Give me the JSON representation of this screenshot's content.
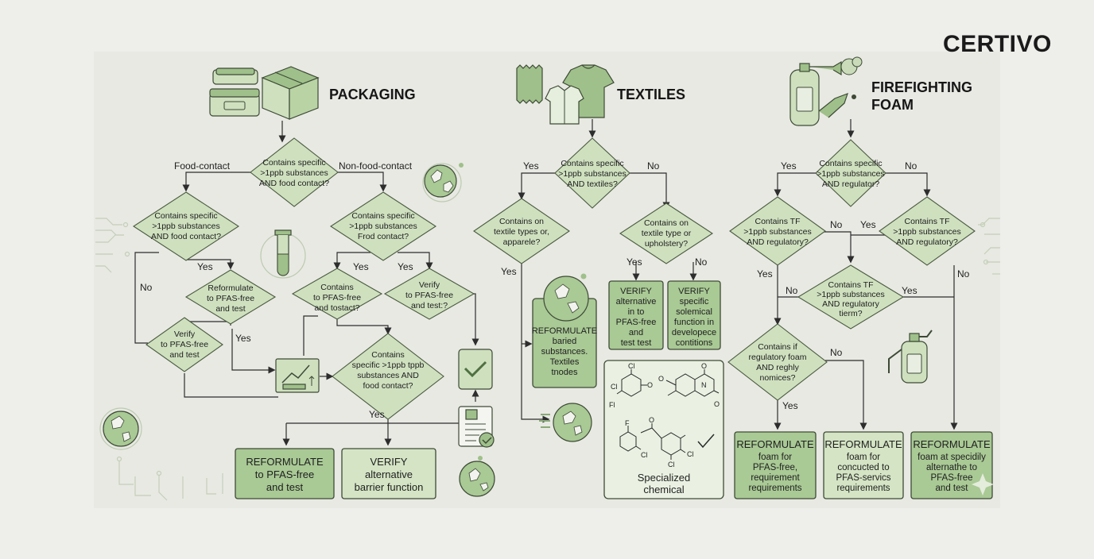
{
  "brand": {
    "logo": "CERTIVO"
  },
  "sections": {
    "packaging": {
      "title": "PACKAGING",
      "d1": [
        "Contains specific",
        ">1ppb substances",
        "AND food contact?"
      ],
      "d2": [
        "Contains specific",
        ">1ppb substances",
        "AND food contact?"
      ],
      "d3": [
        "Contains specific",
        ">1ppb substances",
        "Frod contact?"
      ],
      "d4": [
        "Reformulate",
        "to PFAS-free",
        "and test"
      ],
      "d5": [
        "Verify",
        "to PFAS-free",
        "and test"
      ],
      "d6": [
        "Contains",
        "to PFAS-free",
        "and tostact?"
      ],
      "d7": [
        "Verify",
        "to PFAS-free",
        "and test:?"
      ],
      "d8": [
        "Contains",
        "specific >1ppb tppb",
        "substances AND",
        "food contact?"
      ],
      "labels": {
        "food_contact": "Food-contact",
        "non_food_contact": "Non-food-contact",
        "yes1": "Yes",
        "no1": "No",
        "yes2": "Yes",
        "yes3": "Yes",
        "yes4": "Yes",
        "yes5": "Yes"
      },
      "box1": [
        "REFORMULATE",
        "to PFAS-free",
        "and test"
      ],
      "box2": [
        "VERIFY",
        "alternative",
        "barrier function"
      ]
    },
    "textiles": {
      "title": "TEXTILES",
      "d1": [
        "Contains specific",
        ">1ppb substances",
        "AND textiles?"
      ],
      "d2": [
        "Contains on",
        "textile types or,",
        "apparele?"
      ],
      "d3": [
        "Contains on",
        "textile type or",
        "upholstery?"
      ],
      "labels": {
        "yes1": "Yes",
        "no1": "No",
        "yes2": "Yes",
        "yes3": "Yes",
        "no3": "No"
      },
      "box1": [
        "REFORMULATE",
        "baried",
        "substances.",
        "Textiles",
        "tnodes"
      ],
      "box2": [
        "VERIFY",
        "alternative",
        "in to",
        "PFAS-free",
        "and",
        "test test"
      ],
      "box3": [
        "VERIFY",
        "specific",
        "solemical",
        "function in",
        "developece",
        "contitions"
      ],
      "chem_caption": [
        "Specialized",
        "chemical"
      ],
      "chem_atoms": [
        "Cl",
        "Cl",
        "Fl",
        "O",
        "O",
        "N",
        "O",
        "O",
        "F",
        "Cl",
        "O",
        "Cl",
        "Cl"
      ]
    },
    "foam": {
      "title": [
        "FIREFIGHTING",
        "FOAM"
      ],
      "d1": [
        "Contains specific",
        ">1ppb substances",
        "AND regulator?"
      ],
      "d2": [
        "Contains TF",
        ">1ppb substances",
        "AND regulatory?"
      ],
      "d3": [
        "Contains TF",
        ">1ppb substances",
        "AND regulatory?"
      ],
      "d4": [
        "Contains TF",
        ">1ppb substances",
        "AND regulatory",
        "tierm?"
      ],
      "d5": [
        "Contains if",
        "regulatory foam",
        "AND reghly",
        "nomices?"
      ],
      "labels": {
        "yes1": "Yes",
        "no1": "No",
        "no2": "No",
        "yes2": "Yes",
        "yes3": "Yes",
        "no3": "No",
        "yes4": "Yes",
        "no4": "No",
        "no5": "No",
        "yes5": "Yes"
      },
      "box1": [
        "REFORMULATE",
        "foam for",
        "PFAS-free,",
        "requirement",
        "requirements"
      ],
      "box2": [
        "REFORMULATE",
        "foam for",
        "concucted to",
        "PFAS-servics",
        "requirements"
      ],
      "box3": [
        "REFORMULATE",
        "foam at specidily",
        "alternathe to",
        "PFAS-free",
        "and test"
      ]
    }
  },
  "colors": {
    "background": "#eeeeea",
    "node_fill": "#cfe0bf",
    "box_dark": "#a9c995",
    "outline": "#3e4c36"
  },
  "icons": [
    "food-container-icon",
    "cardboard-box-icon",
    "fabric-swatch-icon",
    "shirt-icon",
    "jacket-icon",
    "fire-extinguisher-icon",
    "test-tube-icon",
    "globe-icon",
    "chart-document-icon",
    "checkmark-icon",
    "checklist-document-icon",
    "circuit-decoration"
  ]
}
